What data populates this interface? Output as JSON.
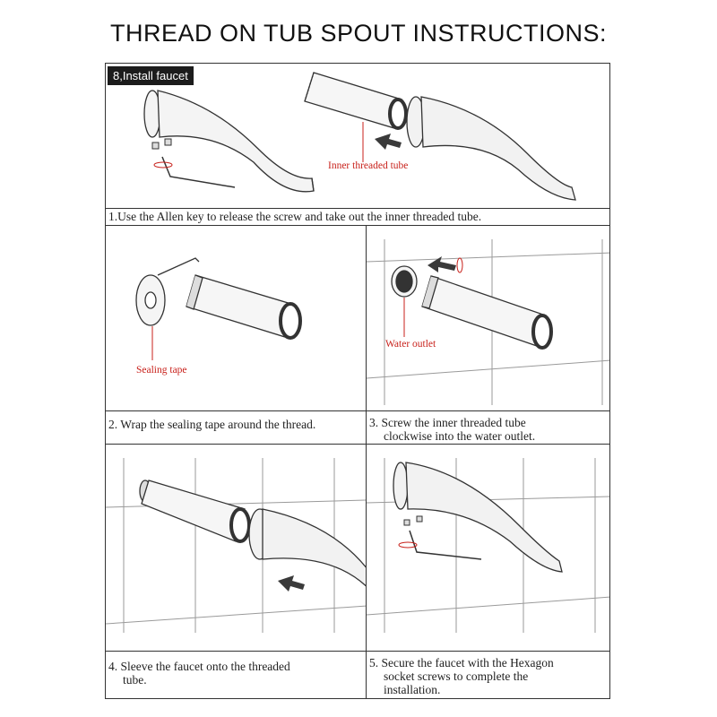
{
  "title": "THREAD ON TUB SPOUT INSTRUCTIONS:",
  "step_tag": "8,Install faucet",
  "steps": {
    "s1": "1.Use the Allen key to release the screw and take out the inner threaded tube.",
    "s2": "2. Wrap the sealing tape around the thread.",
    "s3_line1": "3. Screw the inner threaded tube",
    "s3_line2": "clockwise into the water outlet.",
    "s4_line1": "4. Sleeve the faucet onto the threaded",
    "s4_line2": "tube.",
    "s5_line1": "5. Secure the faucet with the Hexagon",
    "s5_line2": "socket screws to complete the",
    "s5_line3": "installation."
  },
  "labels": {
    "inner_tube": "Inner threaded tube",
    "sealing_tape": "Sealing tape",
    "water_outlet": "Water outlet"
  },
  "colors": {
    "label_red": "#c8211b",
    "line": "#333333",
    "grid": "#9a9a9a",
    "arrow": "#3a3a3a"
  }
}
